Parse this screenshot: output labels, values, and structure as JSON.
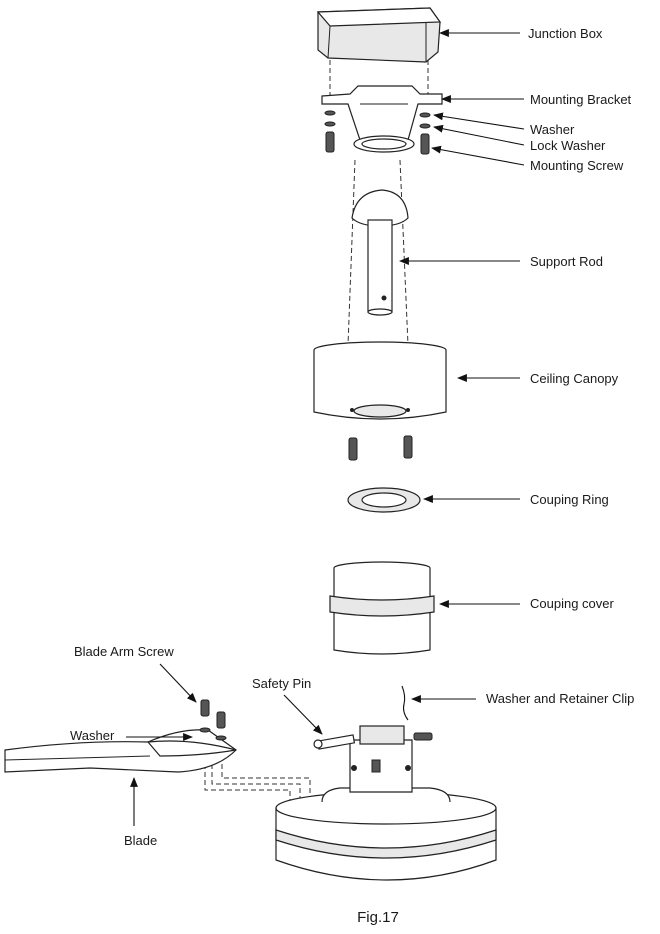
{
  "labels": {
    "junction_box": "Junction Box",
    "mounting_bracket": "Mounting Bracket",
    "washer": "Washer",
    "lock_washer": "Lock Washer",
    "mounting_screw": "Mounting Screw",
    "support_rod": "Support Rod",
    "ceiling_canopy": "Ceiling Canopy",
    "couping_ring": "Couping Ring",
    "couping_cover": "Couping cover",
    "blade_arm_screw": "Blade Arm Screw",
    "safety_pin": "Safety Pin",
    "washer_retainer_clip": "Washer and Retainer Clip",
    "washer_blade": "Washer",
    "blade": "Blade"
  },
  "caption": "Fig.17"
}
